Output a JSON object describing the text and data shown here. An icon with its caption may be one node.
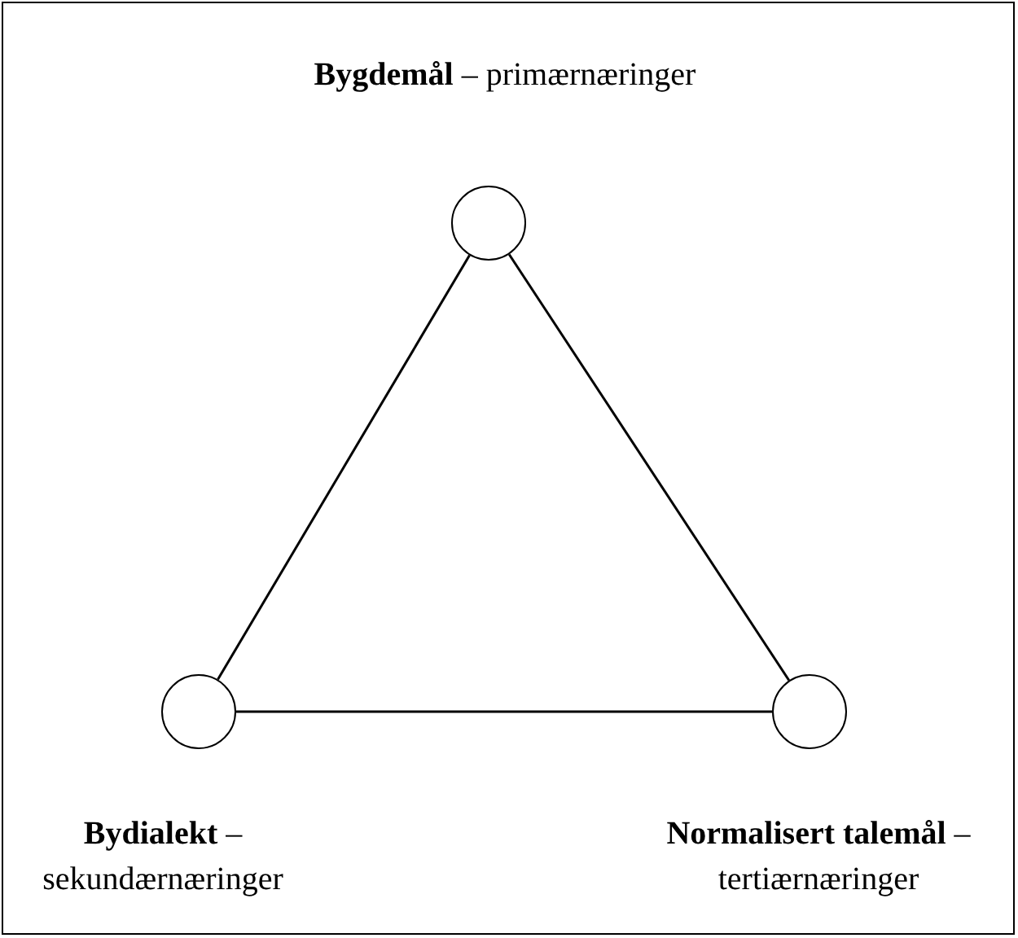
{
  "diagram": {
    "nodes": [
      {
        "text": [],
        "shape": "circle",
        "beside": [
          "**Bygdemål** – primærnæringer"
        ]
      },
      {
        "text": [],
        "shape": "circle",
        "beside": [
          "**Bydialekt** – sekundærnæringer"
        ]
      },
      {
        "text": [],
        "shape": "circle",
        "beside": [
          "**Normalisert talemål** – tertiærnæringer"
        ]
      }
    ],
    "edges": [
      {
        "from": 0,
        "to": 1,
        "arrow": "none"
      },
      {
        "from": 1,
        "to": 2,
        "arrow": "none"
      },
      {
        "from": 2,
        "to": 0,
        "arrow": "none"
      }
    ]
  }
}
